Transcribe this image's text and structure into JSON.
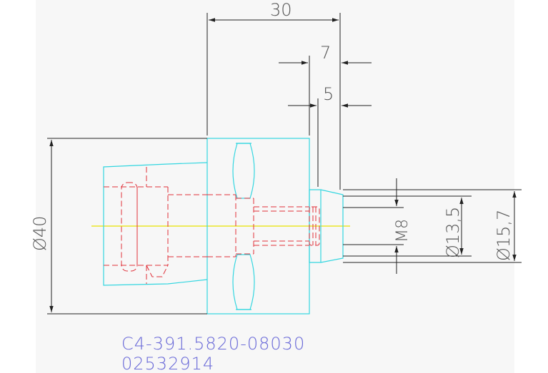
{
  "drawing": {
    "dimensions": {
      "overall_length": "30",
      "length_7": "7",
      "length_5": "5",
      "diameter_40": "Ø40",
      "thread_m8": "M8",
      "diameter_13_5": "Ø13,5",
      "diameter_15_7": "Ø15,7"
    },
    "part_number": "C4-391.5820-08030",
    "order_code": "02532914"
  },
  "colors": {
    "background": "#f7f7f7",
    "body_outline": "#33d6e0",
    "hidden_lines": "#e0303a",
    "centerline": "#e8e200",
    "dimension_lines": "#222222",
    "text": "#6a6ad8"
  }
}
